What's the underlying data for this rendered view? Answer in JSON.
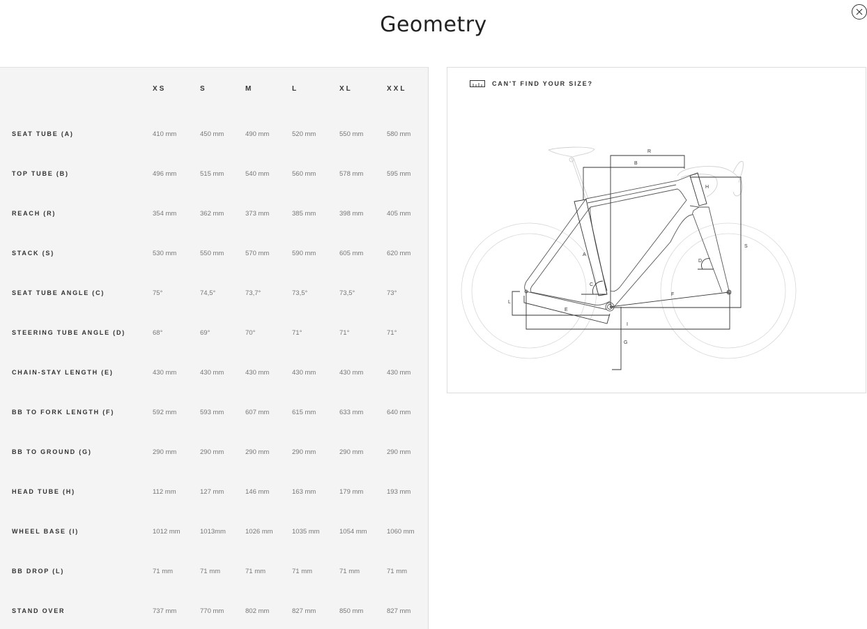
{
  "title": "Geometry",
  "close_icon": "close-icon",
  "sizes": [
    "XS",
    "S",
    "M",
    "L",
    "XL",
    "XXL"
  ],
  "rows": [
    {
      "label": "SEAT TUBE (A)",
      "values": [
        "410 mm",
        "450 mm",
        "490 mm",
        "520 mm",
        "550 mm",
        "580 mm"
      ]
    },
    {
      "label": "TOP TUBE (B)",
      "values": [
        "496 mm",
        "515 mm",
        "540 mm",
        "560 mm",
        "578 mm",
        "595 mm"
      ]
    },
    {
      "label": "REACH (R)",
      "values": [
        "354 mm",
        "362 mm",
        "373 mm",
        "385 mm",
        "398 mm",
        "405 mm"
      ]
    },
    {
      "label": "STACK (S)",
      "values": [
        "530 mm",
        "550 mm",
        "570 mm",
        "590 mm",
        "605 mm",
        "620 mm"
      ]
    },
    {
      "label": "SEAT TUBE ANGLE (C)",
      "values": [
        "75°",
        "74,5°",
        "73,7°",
        "73,5°",
        "73,5°",
        "73°"
      ]
    },
    {
      "label": "STEERING TUBE ANGLE (D)",
      "values": [
        "68°",
        "69°",
        "70°",
        "71°",
        "71°",
        "71°"
      ]
    },
    {
      "label": "CHAIN-STAY LENGTH (E)",
      "values": [
        "430 mm",
        "430 mm",
        "430 mm",
        "430 mm",
        "430 mm",
        "430 mm"
      ]
    },
    {
      "label": "BB TO FORK LENGTH (F)",
      "values": [
        "592 mm",
        "593 mm",
        "607 mm",
        "615 mm",
        "633 mm",
        "640 mm"
      ]
    },
    {
      "label": "BB TO GROUND (G)",
      "values": [
        "290 mm",
        "290 mm",
        "290 mm",
        "290 mm",
        "290 mm",
        "290 mm"
      ]
    },
    {
      "label": "HEAD TUBE (H)",
      "values": [
        "112 mm",
        "127 mm",
        "146 mm",
        "163 mm",
        "179 mm",
        "193 mm"
      ]
    },
    {
      "label": "WHEEL BASE (I)",
      "values": [
        "1012 mm",
        "1013mm",
        "1026 mm",
        "1035 mm",
        "1054 mm",
        "1060 mm"
      ]
    },
    {
      "label": "BB DROP (L)",
      "values": [
        "71 mm",
        "71 mm",
        "71 mm",
        "71 mm",
        "71 mm",
        "71 mm"
      ]
    },
    {
      "label": "STAND OVER",
      "values": [
        "737 mm",
        "770 mm",
        "802 mm",
        "827 mm",
        "850 mm",
        "827 mm"
      ]
    }
  ],
  "size_finder": {
    "label": "CAN'T FIND YOUR SIZE?",
    "icon": "ruler-icon"
  },
  "diagram_labels": {
    "R": "R",
    "B": "B",
    "H": "H",
    "A": "A",
    "S": "S",
    "D": "D",
    "C": "C",
    "F": "F",
    "L": "L",
    "E": "E",
    "I": "I",
    "G": "G"
  }
}
